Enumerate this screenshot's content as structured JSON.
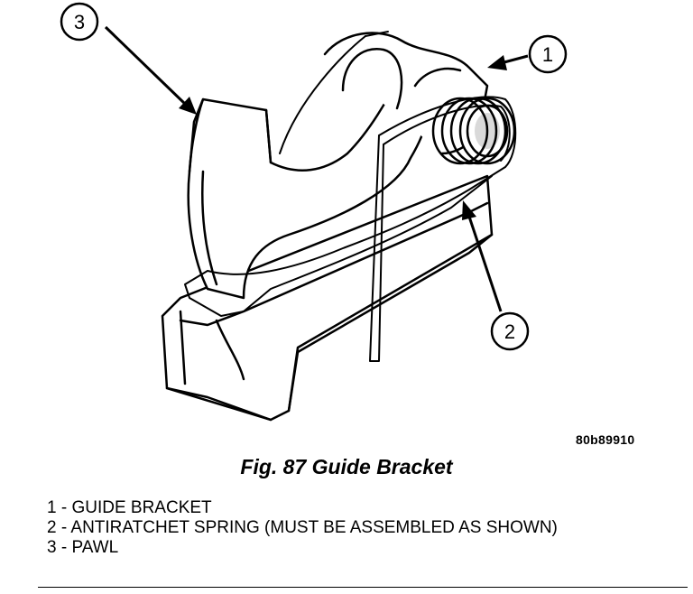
{
  "figure": {
    "callouts": [
      {
        "number": "1"
      },
      {
        "number": "2"
      },
      {
        "number": "3"
      }
    ],
    "reference_code": "80b89910",
    "title": "Fig. 87 Guide Bracket"
  },
  "legend": {
    "items": [
      {
        "text": "1 - GUIDE BRACKET"
      },
      {
        "text": "2 - ANTIRATCHET SPRING (MUST BE ASSEMBLED AS SHOWN)"
      },
      {
        "text": "3 - PAWL"
      }
    ]
  }
}
